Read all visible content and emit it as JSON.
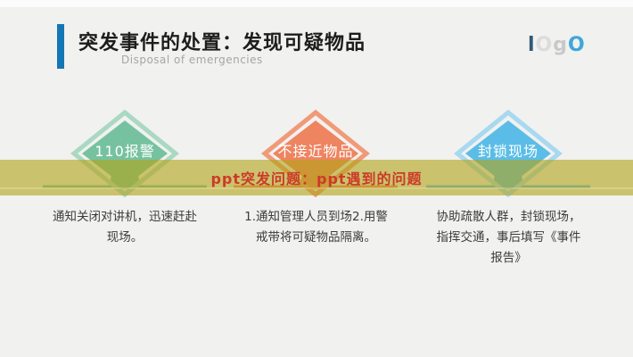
{
  "slide": {
    "title": "突发事件的处置：发现可疑物品",
    "subtitle": "Disposal of emergencies",
    "accent_color": "#1476b4",
    "background_color": "#f1f1f0",
    "logo": {
      "letters": [
        {
          "ch": "l",
          "color": "#315a77"
        },
        {
          "ch": "O",
          "color": "#dcdcdc"
        },
        {
          "ch": "g",
          "color": "#c9c9c9"
        },
        {
          "ch": "O",
          "color": "#3fa7d9"
        }
      ]
    },
    "banner": {
      "text": "ppt突发问题：ppt遇到的问题",
      "text_color": "#cc3a28",
      "overlay_color": "rgba(178,163,21,0.6)"
    },
    "steps": [
      {
        "label": "110报警",
        "color": "#76c2a0",
        "ring": "#aad8c2",
        "lines": [
          "通知关闭对讲机，迅速赶赴",
          "现场。"
        ]
      },
      {
        "label": "不接近物品",
        "color": "#ee8460",
        "ring": "#f09a77",
        "lines": [
          "1.通知管理人员到场2.用警",
          "戒带将可疑物品隔离。"
        ]
      },
      {
        "label": "封锁现场",
        "color": "#5bbde7",
        "ring": "#a7d9f0",
        "lines": [
          "协助疏散人群，封锁现场，",
          "指挥交通，事后填写《事件",
          "报告》"
        ]
      }
    ]
  }
}
